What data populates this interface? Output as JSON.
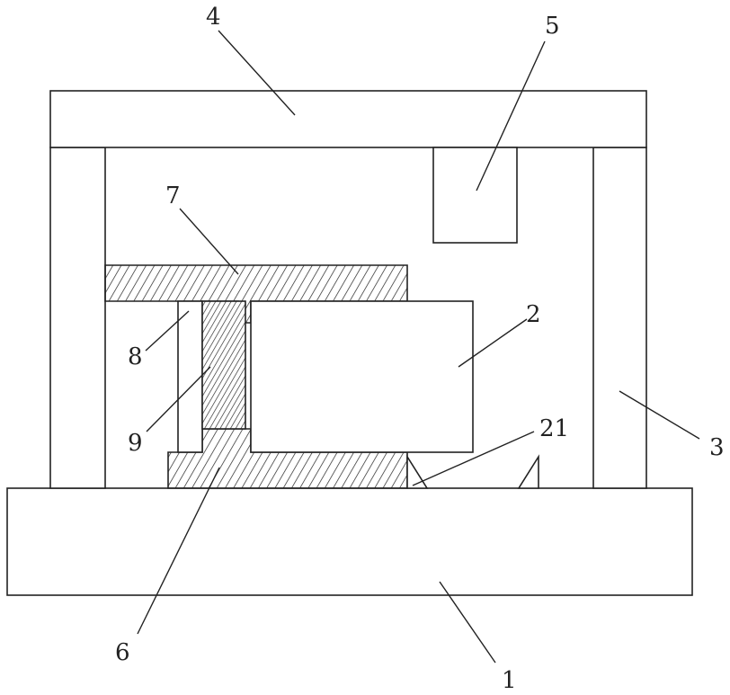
{
  "labels": {
    "base": "1",
    "block": "2",
    "right_column": "3",
    "top_beam": "4",
    "punch": "5",
    "lower_clamp": "6",
    "upper_clamp": "7",
    "guide_post": "8",
    "insert": "9",
    "wedge": "21"
  },
  "colors": {
    "line": "#222222",
    "background": "#ffffff"
  }
}
